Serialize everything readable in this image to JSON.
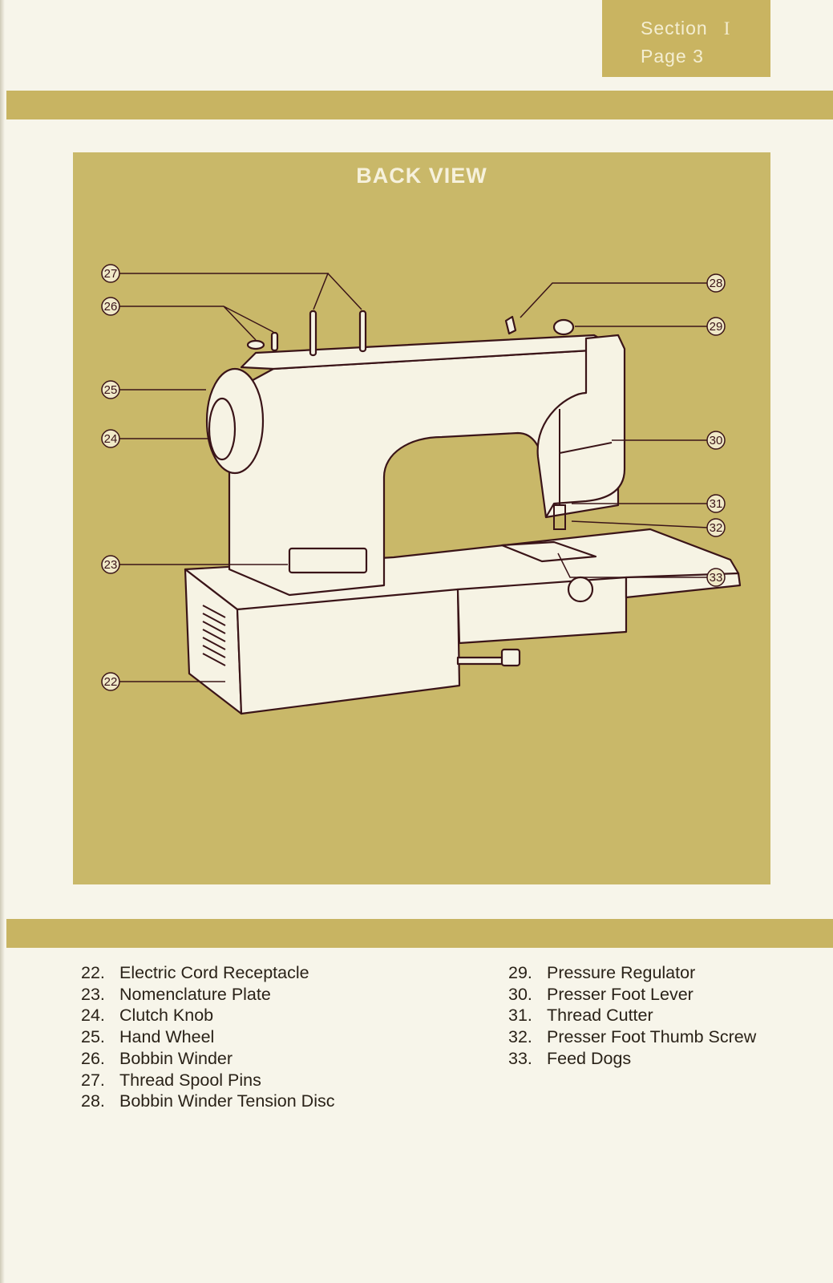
{
  "header": {
    "section_label": "Section",
    "section_number": "I",
    "page_label": "Page",
    "page_number": "3"
  },
  "diagram": {
    "title": "BACK VIEW",
    "callouts": [
      "22",
      "23",
      "24",
      "25",
      "26",
      "27",
      "28",
      "29",
      "30",
      "31",
      "32",
      "33"
    ]
  },
  "legend": {
    "column1": [
      {
        "number": "22.",
        "label": "Electric Cord Receptacle"
      },
      {
        "number": "23.",
        "label": "Nomenclature Plate"
      },
      {
        "number": "24.",
        "label": "Clutch Knob"
      },
      {
        "number": "25.",
        "label": "Hand Wheel"
      },
      {
        "number": "26.",
        "label": "Bobbin Winder"
      },
      {
        "number": "27.",
        "label": "Thread Spool Pins"
      },
      {
        "number": "28.",
        "label": "Bobbin Winder Tension Disc"
      }
    ],
    "column2": [
      {
        "number": "29.",
        "label": "Pressure Regulator"
      },
      {
        "number": "30.",
        "label": "Presser Foot Lever"
      },
      {
        "number": "31.",
        "label": "Thread Cutter"
      },
      {
        "number": "32.",
        "label": "Presser Foot Thumb Screw"
      },
      {
        "number": "33.",
        "label": "Feed Dogs"
      }
    ]
  },
  "colors": {
    "panel": "#c9b869",
    "band": "#c8b462",
    "line": "#3a1418",
    "paper": "#f7f5ea"
  }
}
